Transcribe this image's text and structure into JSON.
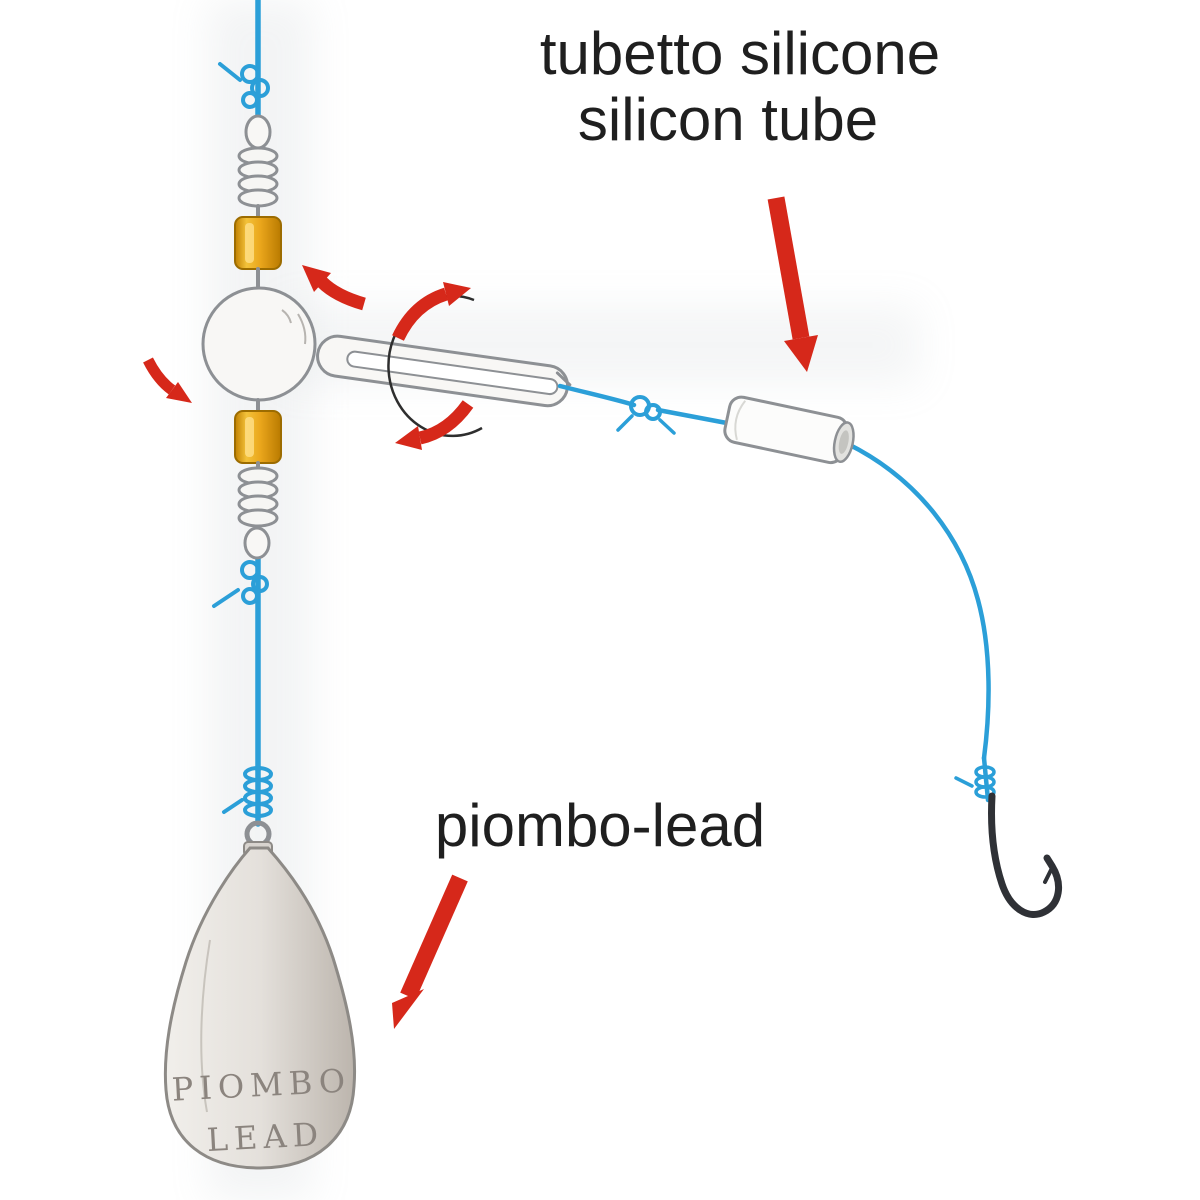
{
  "diagram": {
    "type": "fishing-rig-illustration",
    "components": [
      "main-line",
      "top-knot",
      "swivel-coils",
      "gold-beads",
      "ball-swivel",
      "snap-clip",
      "rotation-arrows",
      "silicone-tube",
      "leader-line",
      "snell-knot",
      "fishing-hook",
      "lead-weight"
    ]
  },
  "labels": {
    "tube_label_line1": "tubetto silicone",
    "tube_label_line2": "silicon tube",
    "lead_label": "piombo-lead",
    "weight_text_line1": "PIOMBO",
    "weight_text_line2": "LEAD"
  },
  "colors": {
    "line_blue": "#2b9fd8",
    "arrow_red": "#d6281a",
    "bead_gold": "#eaa61c",
    "metal_gray": "#8d9094",
    "weight_fill": "#e4e0db",
    "text_dark": "#1f1f1f",
    "engraving_gray": "#8b847e"
  }
}
